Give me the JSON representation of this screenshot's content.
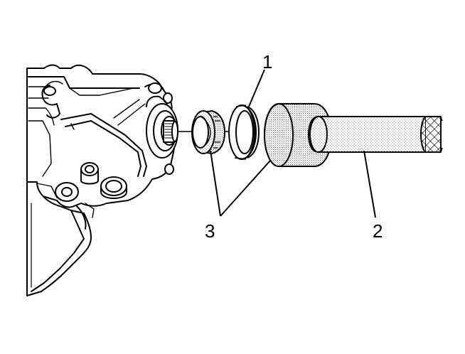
{
  "callouts": [
    {
      "id": "1",
      "text": "1"
    },
    {
      "id": "2",
      "text": "2"
    },
    {
      "id": "3",
      "text": "3"
    }
  ],
  "colors": {
    "line": "#000000",
    "background": "#ffffff",
    "stipple": "#6a6a6a"
  }
}
